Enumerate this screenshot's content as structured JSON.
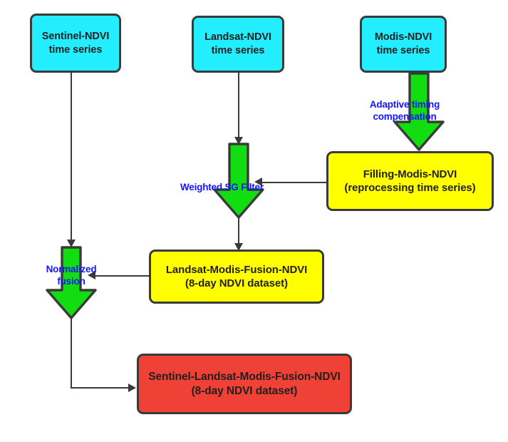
{
  "diagram": {
    "title": "NDVI time-series fusion workflow",
    "background_color": "#ffffff",
    "colors": {
      "source_box": "#22eeff",
      "intermediate_box": "#ffff00",
      "output_box": "#ef4136",
      "process_arrow": "#11dd11",
      "connector": "#3a3a3a",
      "label_text": "#1414ff",
      "box_text": "#231f20"
    },
    "nodes": [
      {
        "id": "sentinel-source",
        "kind": "source",
        "line1": "Sentinel-NDVI",
        "line2": "time series"
      },
      {
        "id": "landsat-source",
        "kind": "source",
        "line1": "Landsat-NDVI",
        "line2": "time series"
      },
      {
        "id": "modis-source",
        "kind": "source",
        "line1": "Modis-NDVI",
        "line2": "time series"
      },
      {
        "id": "filling-modis",
        "kind": "intermediate",
        "line1": "Filling-Modis-NDVI",
        "line2": "(reprocessing time series)"
      },
      {
        "id": "landsat-modis-fusion",
        "kind": "intermediate",
        "line1": "Landsat-Modis-Fusion-NDVI",
        "line2": "(8-day NDVI dataset)"
      },
      {
        "id": "final-fusion",
        "kind": "output",
        "line1": "Sentinel-Landsat-Modis-Fusion-NDVI",
        "line2": "(8-day NDVI dataset)"
      }
    ],
    "process_labels": [
      {
        "id": "adaptive-timing",
        "line1": "Adaptive timing",
        "line2": "compensation"
      },
      {
        "id": "weighted-sg",
        "line1": "Weighted SG Filter",
        "line2": ""
      },
      {
        "id": "normalized-fusion",
        "line1": "Normalized",
        "line2": "fusion"
      }
    ]
  }
}
